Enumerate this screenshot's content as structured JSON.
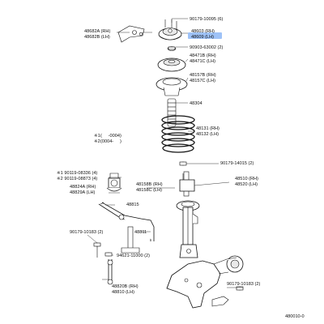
{
  "diagram": {
    "code": "480010-0",
    "mount": {
      "bolt": "90179-10095 (6)",
      "bracket_rh": "48682A (RH)",
      "bracket_lh": "48682B (LH)",
      "support_rh": "48603 (RH)",
      "support_lh": "48609 (LH)",
      "nut": "90903-63002 (2)"
    },
    "upper": {
      "seat_rh": "48471B (RH)",
      "seat_lh": "48471C (LH)",
      "insulator_rh": "48157B (RH)",
      "insulator_lh": "48157C (LH)",
      "bumper": "48304",
      "spring_rh": "48131 (RH)",
      "spring_lh": "48132 (LH)"
    },
    "notes": {
      "note1_mark": "※1",
      "note1_range": "(     -0004)",
      "note2_mark": "※2",
      "note2_range": "(0004-     )"
    },
    "stabilizer": {
      "bush_note1": "※1 90119-08336 (4)",
      "bush_note2": "※2 90119-08873 (4)",
      "bush_rh": "48824A (RH)",
      "bush_lh": "48829A (LH)",
      "stabilizer_bar": "48815",
      "bracket_rh": "48158B (RH)",
      "bracket_lh": "48158C (LH)",
      "nut_left": "90179-10183 (2)",
      "bar_end": "48811"
    },
    "strut": {
      "bolt_top": "90179-14015 (2)",
      "absorber_rh": "48510 (RH)",
      "absorber_lh": "48520 (LH)"
    },
    "link": {
      "clip": "94621-11000 (2)",
      "link_rh": "48820B (RH)",
      "link_lh": "48810 (LH)",
      "nut_right": "90179-10183 (2)"
    }
  }
}
